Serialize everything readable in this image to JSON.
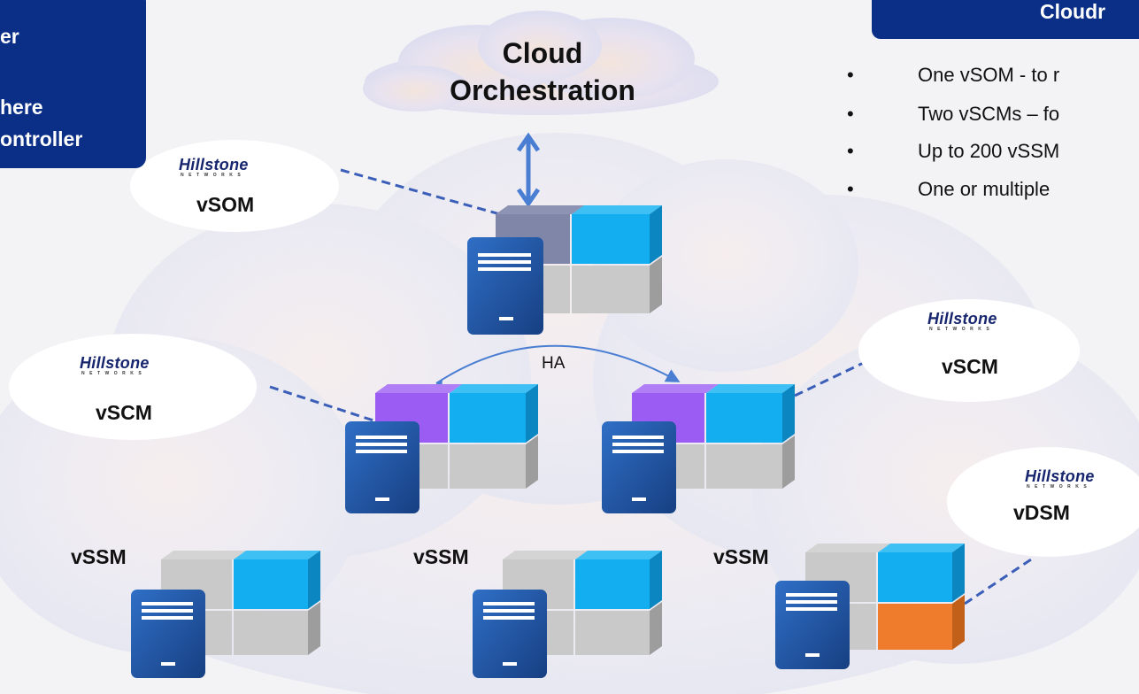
{
  "left_panel": {
    "lines": [
      "er",
      "here",
      "ontroller"
    ]
  },
  "right_panel": {
    "title": "Cloudr"
  },
  "bullets": [
    {
      "bullet": "•",
      "text": "One vSOM - to r"
    },
    {
      "bullet": "•",
      "text": "Two vSCMs – fo"
    },
    {
      "bullet": "•",
      "text": "Up to 200 vSSM"
    },
    {
      "bullet": "•",
      "text": "One or multiple"
    }
  ],
  "cloud_title": [
    "Cloud",
    "Orchestration"
  ],
  "ha_label": "HA",
  "brand": {
    "logo": "Hillstone",
    "logo_sub": "NETWORKS"
  },
  "nodes": {
    "vsom": "vSOM",
    "vscm_left": "vSCM",
    "vscm_right": "vSCM",
    "vdsm": "vDSM",
    "vssm_1": "vSSM",
    "vssm_2": "vSSM",
    "vssm_3": "vSSM"
  },
  "colors": {
    "panel": "#0b2f86",
    "module_blue": "#12aef0",
    "module_purple": "#9a5cf2",
    "module_slate": "#7f86a8",
    "module_orange": "#ee7c2c",
    "module_gray": "#c9c9c9",
    "server": "#1f56a6",
    "arrow": "#4a7ed2",
    "dash": "#3b5fb8"
  }
}
